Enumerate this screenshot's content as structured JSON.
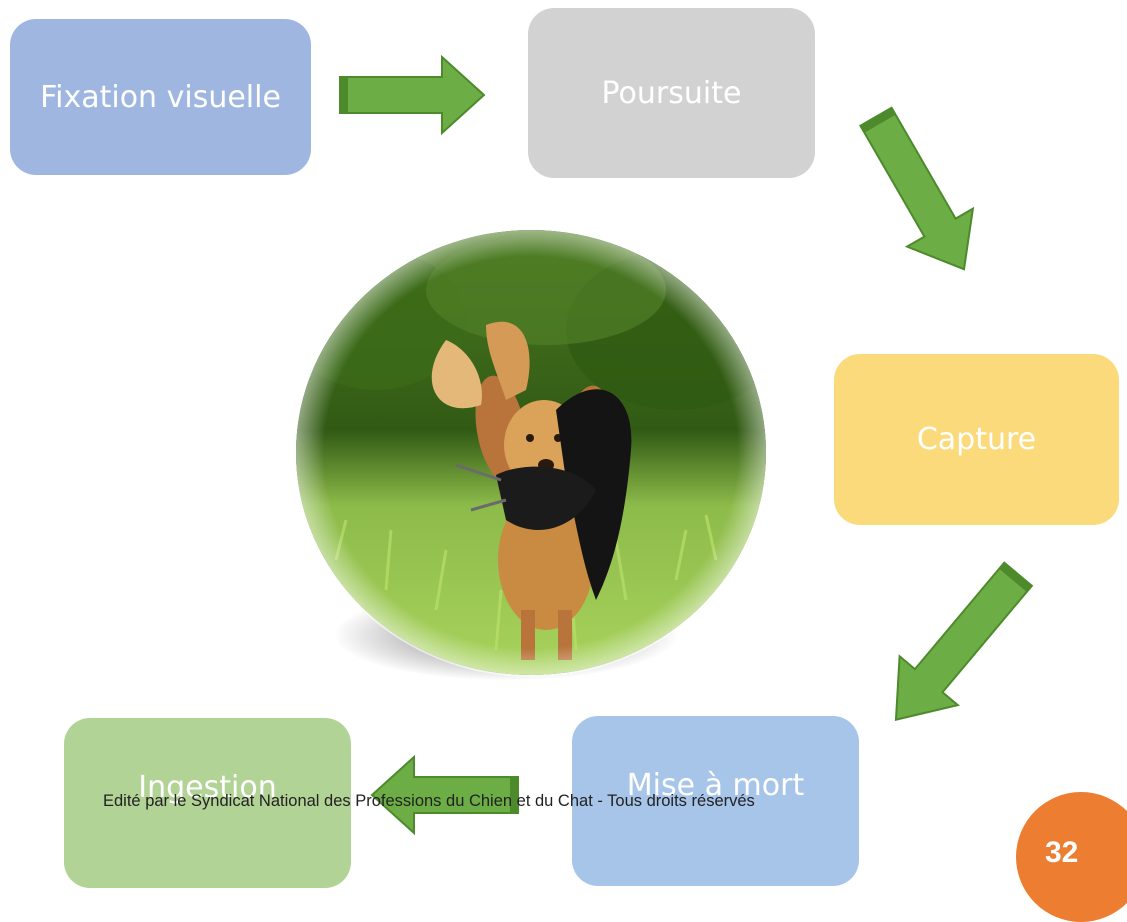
{
  "steps": {
    "fixation": "Fixation visuelle",
    "poursuite": "Poursuite",
    "capture": "Capture",
    "mise_a_mort": "Mise à mort",
    "ingestion": "Ingestion"
  },
  "footer": {
    "text": "Edité par le Syndicat National des Professions du Chien et du Chat - Tous droits réservés",
    "page_number": "32"
  },
  "colors": {
    "fixation": "#9fb6e0",
    "poursuite": "#d2d2d2",
    "capture": "#fbda7c",
    "mise_a_mort": "#a6c5e9",
    "ingestion": "#b2d396",
    "arrow": "#6dad45",
    "page_badge": "#ed7d31"
  },
  "image": {
    "subject": "dog-carrying-bird-photo"
  }
}
